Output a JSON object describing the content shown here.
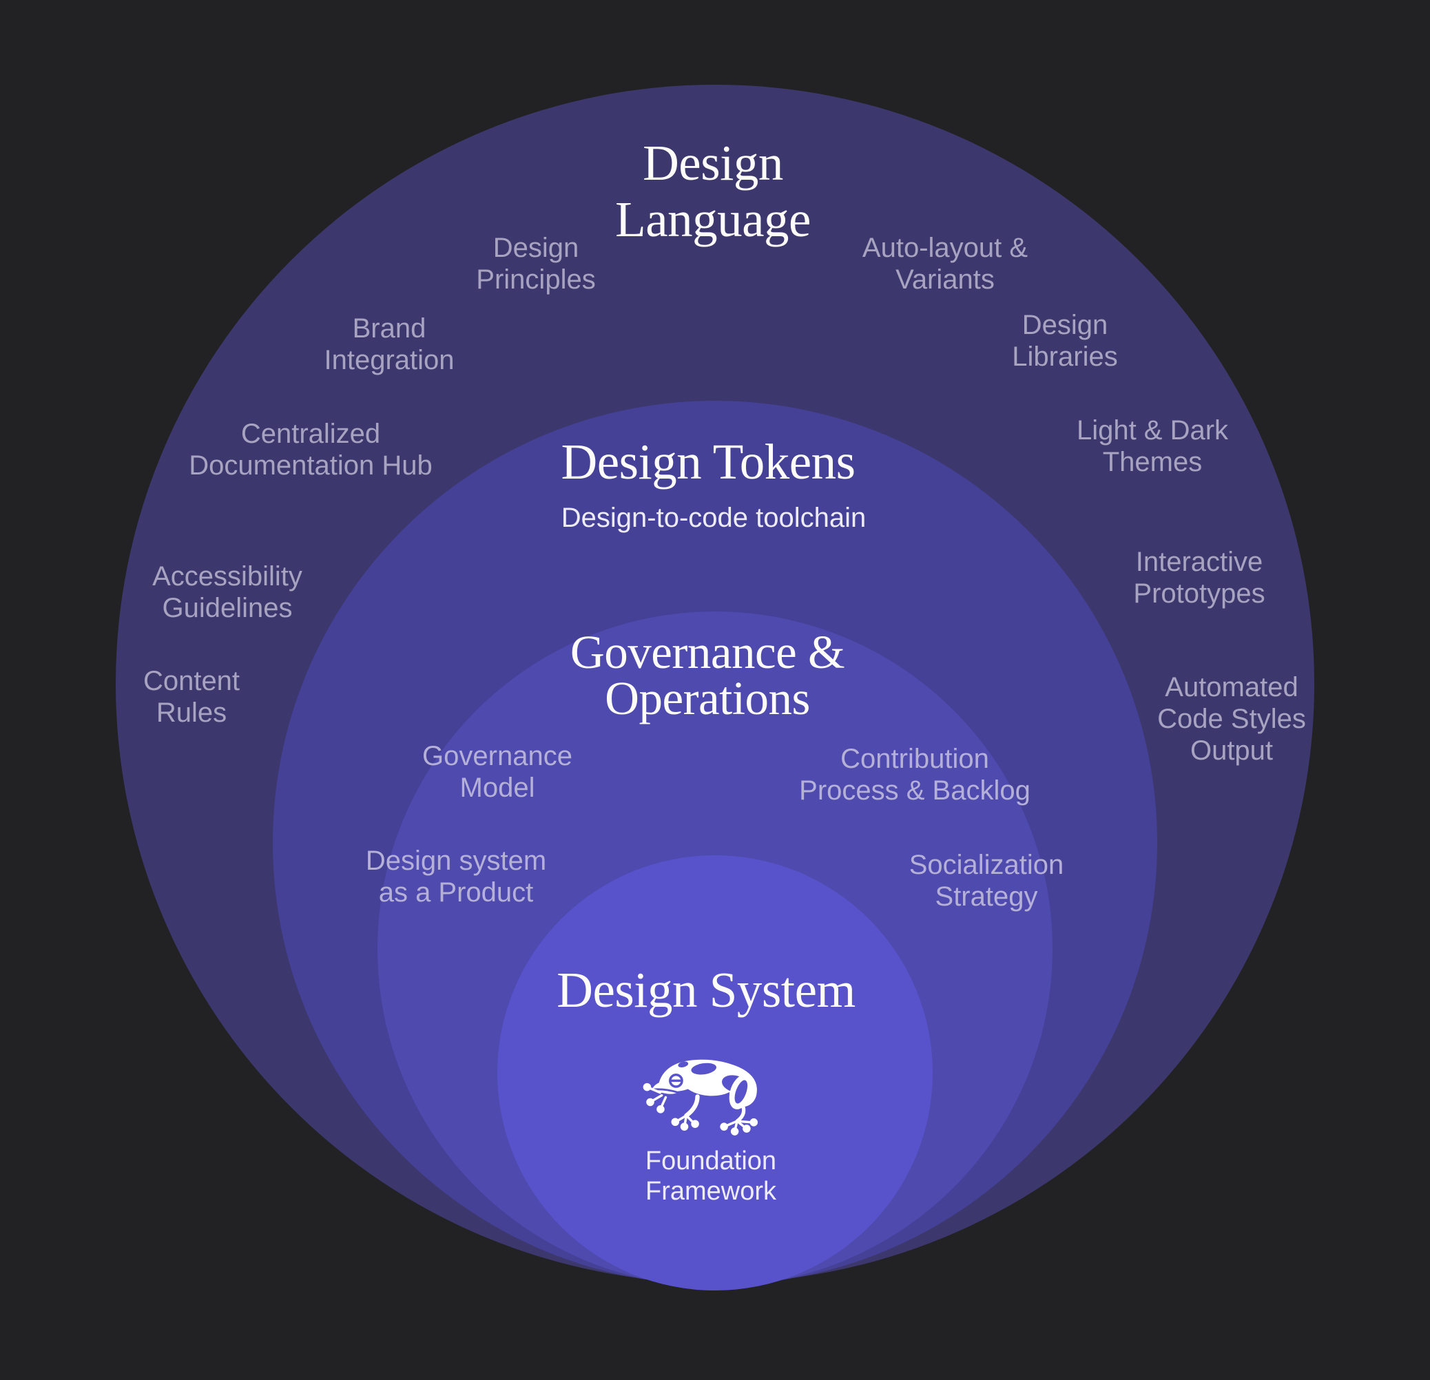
{
  "background": "#222224",
  "rings": {
    "language": {
      "color": "#3c386d",
      "title_lines": [
        "Design",
        "Language"
      ]
    },
    "tokens": {
      "color": "#454197",
      "title": "Design Tokens",
      "subtitle": "Design-to-code toolchain"
    },
    "governance": {
      "color": "#4e4aae",
      "title_lines": [
        "Governance &",
        "Operations"
      ]
    },
    "system": {
      "color": "#5953cb",
      "title": "Design System",
      "icon": "frog-icon",
      "footer_lines": [
        "Foundation",
        "Framework"
      ]
    }
  },
  "outer_labels": [
    {
      "id": "design-principles",
      "lines": [
        "Design",
        "Principles"
      ]
    },
    {
      "id": "auto-layout-variants",
      "lines": [
        "Auto-layout &",
        "Variants"
      ]
    },
    {
      "id": "brand-integration",
      "lines": [
        "Brand",
        "Integration"
      ]
    },
    {
      "id": "design-libraries",
      "lines": [
        "Design",
        "Libraries"
      ]
    },
    {
      "id": "centralized-documentation-hub",
      "lines": [
        "Centralized",
        "Documentation Hub"
      ]
    },
    {
      "id": "light-dark-themes",
      "lines": [
        "Light & Dark",
        "Themes"
      ]
    },
    {
      "id": "accessibility-guidelines",
      "lines": [
        "Accessibility",
        "Guidelines"
      ]
    },
    {
      "id": "interactive-prototypes",
      "lines": [
        "Interactive",
        "Prototypes"
      ]
    },
    {
      "id": "content-rules",
      "lines": [
        "Content",
        "Rules"
      ]
    },
    {
      "id": "automated-code-styles-output",
      "lines": [
        "Automated",
        "Code Styles",
        "Output"
      ]
    }
  ],
  "governance_labels": [
    {
      "id": "governance-model",
      "lines": [
        "Governance",
        "Model"
      ]
    },
    {
      "id": "contribution-process-backlog",
      "lines": [
        "Contribution",
        "Process & Backlog"
      ]
    },
    {
      "id": "design-system-as-a-product",
      "lines": [
        "Design system",
        "as a Product"
      ]
    },
    {
      "id": "socialization-strategy",
      "lines": [
        "Socialization",
        "Strategy"
      ]
    }
  ],
  "colors": {
    "title": "#fdfcf8",
    "outer_label": "#a7a3c1",
    "governance_label": "#b5b0d8",
    "subtitle": "#edebf8",
    "icon": "#ffffff"
  }
}
